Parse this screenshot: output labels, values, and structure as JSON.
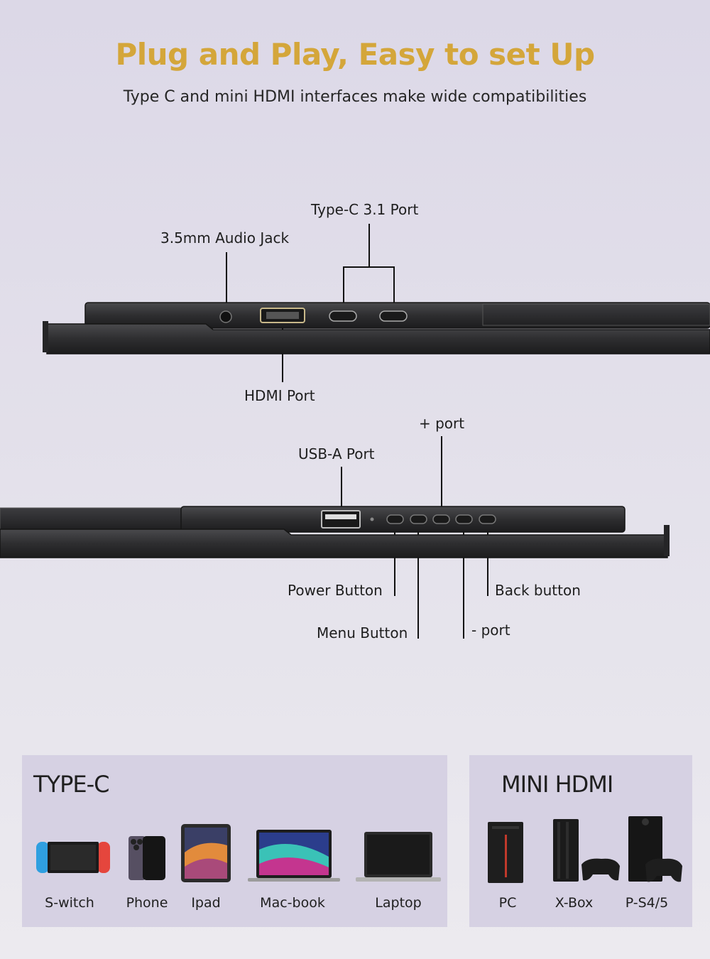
{
  "header": {
    "title": "Plug and Play, Easy to set Up",
    "subtitle": "Type C and mini HDMI interfaces make wide compatibilities"
  },
  "top_view": {
    "labels": {
      "audio": "3.5mm Audio Jack",
      "typec": "Type-C 3.1 Port",
      "hdmi": "HDMI Port"
    }
  },
  "bottom_view": {
    "labels": {
      "usba": "USB-A Port",
      "plus": "+ port",
      "power": "Power Button",
      "menu": "Menu Button",
      "minus": "- port",
      "back": "Back button"
    }
  },
  "typec_panel": {
    "title": "TYPE-C",
    "devices": [
      {
        "label": "S-witch",
        "icon": "switch-console-icon"
      },
      {
        "label": "Phone",
        "icon": "phone-icon"
      },
      {
        "label": "Ipad",
        "icon": "tablet-icon"
      },
      {
        "label": "Mac-book",
        "icon": "macbook-icon"
      },
      {
        "label": "Laptop",
        "icon": "laptop-icon"
      }
    ]
  },
  "hdmi_panel": {
    "title": "MINI HDMI",
    "devices": [
      {
        "label": "PC",
        "icon": "pc-tower-icon"
      },
      {
        "label": "X-Box",
        "icon": "game-console-icon"
      },
      {
        "label": "P-S4/5",
        "icon": "game-console-icon"
      }
    ]
  },
  "colors": {
    "title": "#d4a63a",
    "panel": "#d6d1e3",
    "monitor": "#2b2b2d"
  }
}
